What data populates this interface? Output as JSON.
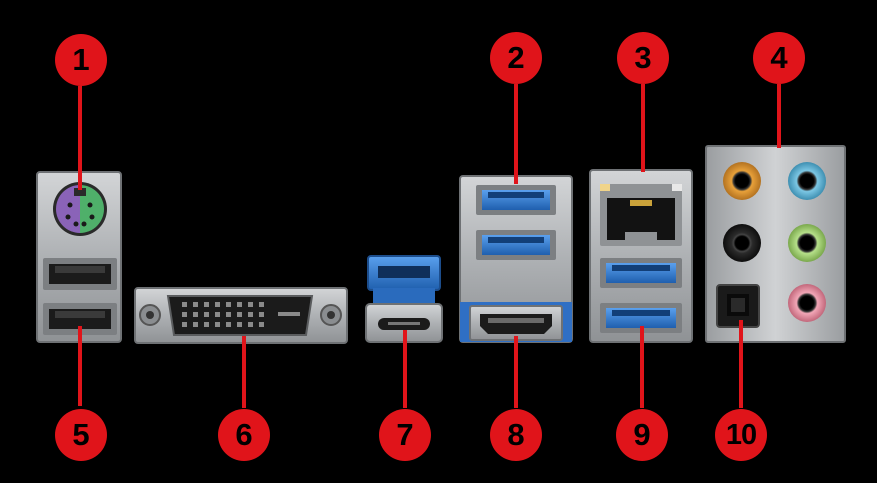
{
  "callouts": [
    {
      "id": "1",
      "label": "1"
    },
    {
      "id": "2",
      "label": "2"
    },
    {
      "id": "3",
      "label": "3"
    },
    {
      "id": "4",
      "label": "4"
    },
    {
      "id": "5",
      "label": "5"
    },
    {
      "id": "6",
      "label": "6"
    },
    {
      "id": "7",
      "label": "7"
    },
    {
      "id": "8",
      "label": "8"
    },
    {
      "id": "9",
      "label": "9"
    },
    {
      "id": "10",
      "label": "10"
    }
  ],
  "colors": {
    "background": "#000000",
    "callout": "#e0141a",
    "metal": "#b9bcbf",
    "usb3_blue": "#2f7fd6",
    "usb2_black": "#1b1b1b",
    "ps2_purple": "#8a63b8",
    "ps2_green": "#4fb06a",
    "audio_orange": "#e8a13a",
    "audio_blue": "#5bb6d8",
    "audio_black": "#1a1a1a",
    "audio_green": "#9bd16b",
    "audio_pink": "#e98aa0"
  },
  "icons": {
    "ps2": "ps2-combo-port",
    "usb2": "usb-2-port",
    "usb3": "usb-3-port",
    "dvi": "dvi-d-port",
    "usbc": "usb-type-c-port",
    "hdmi": "hdmi-port",
    "lan": "rj45-lan-port",
    "audio": "audio-jack",
    "optical": "optical-spdif-port"
  }
}
